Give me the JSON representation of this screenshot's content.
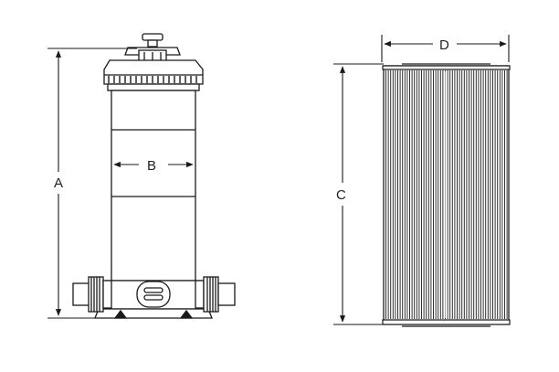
{
  "labels": {
    "a": "A",
    "b": "B",
    "c": "C",
    "d": "D"
  },
  "colors": {
    "line": "#1a1a1a",
    "fill": "#ffffff"
  }
}
